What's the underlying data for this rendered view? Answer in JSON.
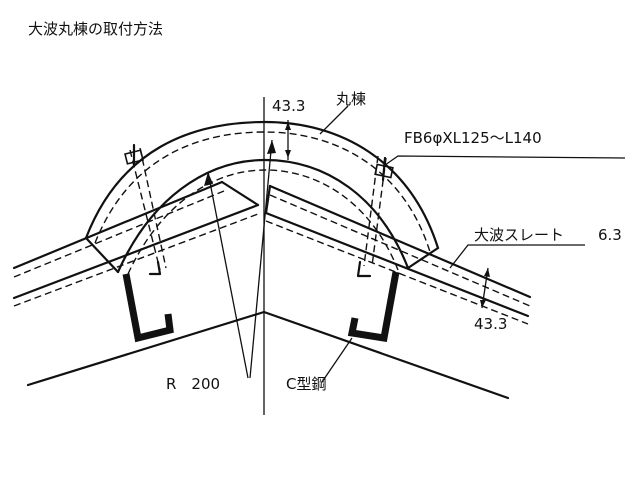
{
  "title": "大波丸棟の取付方法",
  "labels": {
    "dim_top": "43.3",
    "ridge_cap": "丸棟",
    "fastener": "FB6φXL125～L140",
    "slate": "大波スレート",
    "slate_thickness": "6.3",
    "dim_side": "43.3",
    "radius": "R　200",
    "purlin": "C型鋼"
  }
}
